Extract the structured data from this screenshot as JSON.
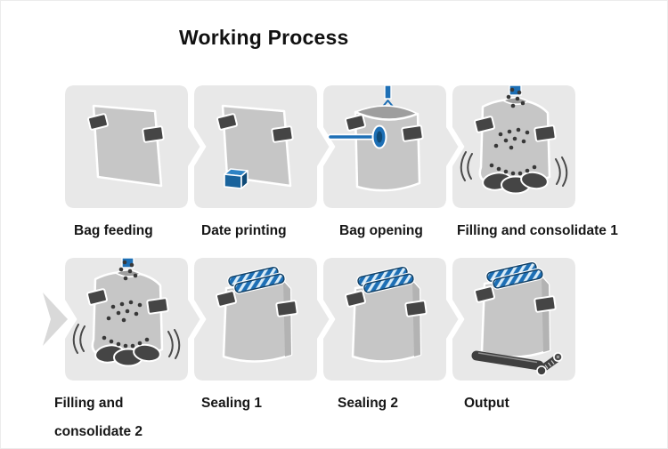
{
  "title": "Working Process",
  "steps": [
    {
      "label": "Bag feeding",
      "icon": "bag-feeding-icon",
      "row": 1
    },
    {
      "label": "Date printing",
      "icon": "date-printing-icon",
      "row": 1
    },
    {
      "label": "Bag opening",
      "icon": "bag-opening-icon",
      "row": 1
    },
    {
      "label": "Filling and consolidate 1",
      "icon": "filling-consolidate-icon",
      "row": 1
    },
    {
      "label": "Filling and consolidate 2",
      "icon": "filling-consolidate-icon",
      "row": 2
    },
    {
      "label": "Sealing 1",
      "icon": "sealing-icon",
      "row": 2
    },
    {
      "label": "Sealing 2",
      "icon": "sealing-icon",
      "row": 2
    },
    {
      "label": "Output",
      "icon": "output-conveyor-icon",
      "row": 2
    }
  ],
  "colors": {
    "panel_bg": "#e8e8e8",
    "bag": "#c6c6c6",
    "bag_interior": "#9e9e9e",
    "hardware_dark": "#454545",
    "accent_blue": "#1d6fb5",
    "accent_blue_dark": "#0f4a77",
    "accent_blue_light": "#2e83c4",
    "text": "#161616"
  }
}
